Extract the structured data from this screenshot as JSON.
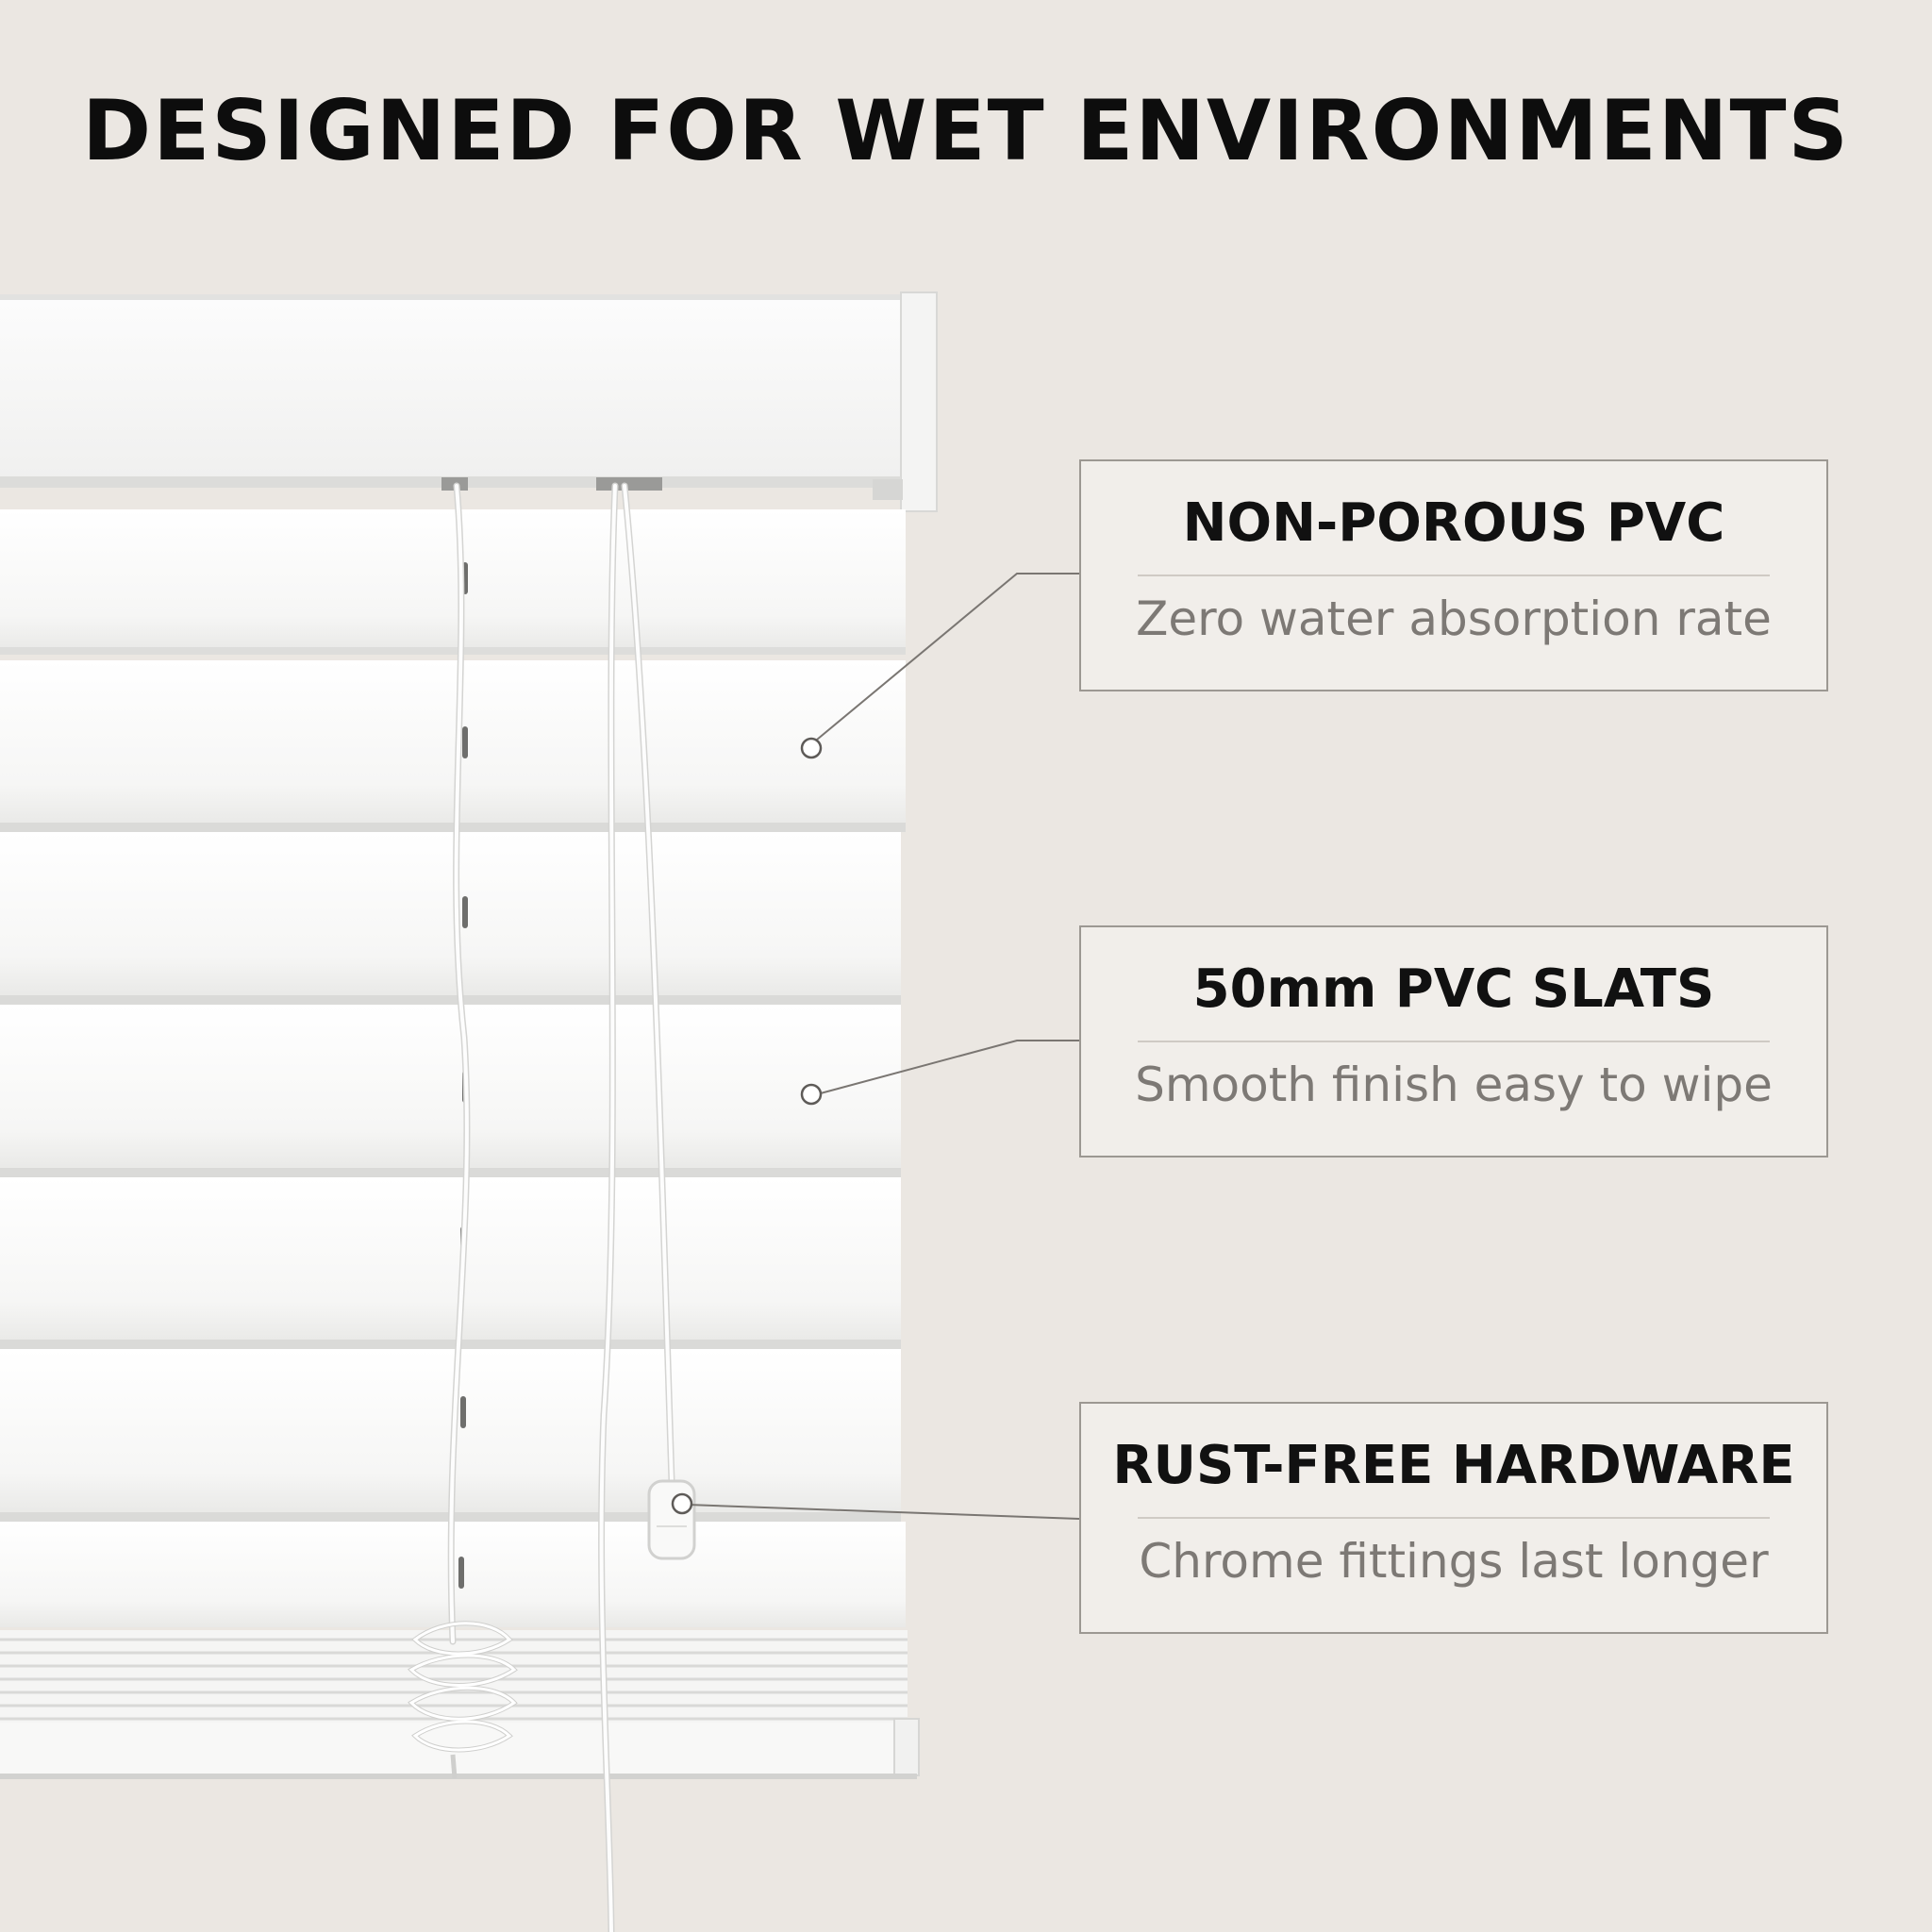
{
  "headline": "DESIGNED FOR WET ENVIRONMENTS",
  "features": [
    {
      "title": "NON-POROUS PVC",
      "subtitle": "Zero water absorption rate"
    },
    {
      "title": "50mm PVC SLATS",
      "subtitle": "Smooth finish easy to wipe"
    },
    {
      "title": "RUST-FREE HARDWARE",
      "subtitle": "Chrome fittings last longer"
    }
  ],
  "colors": {
    "background": "#ebe7e2",
    "blind": "#f7f7f6",
    "card_border": "#9c9892",
    "headline": "#0d0d0d",
    "subtitle": "#7d7975"
  }
}
